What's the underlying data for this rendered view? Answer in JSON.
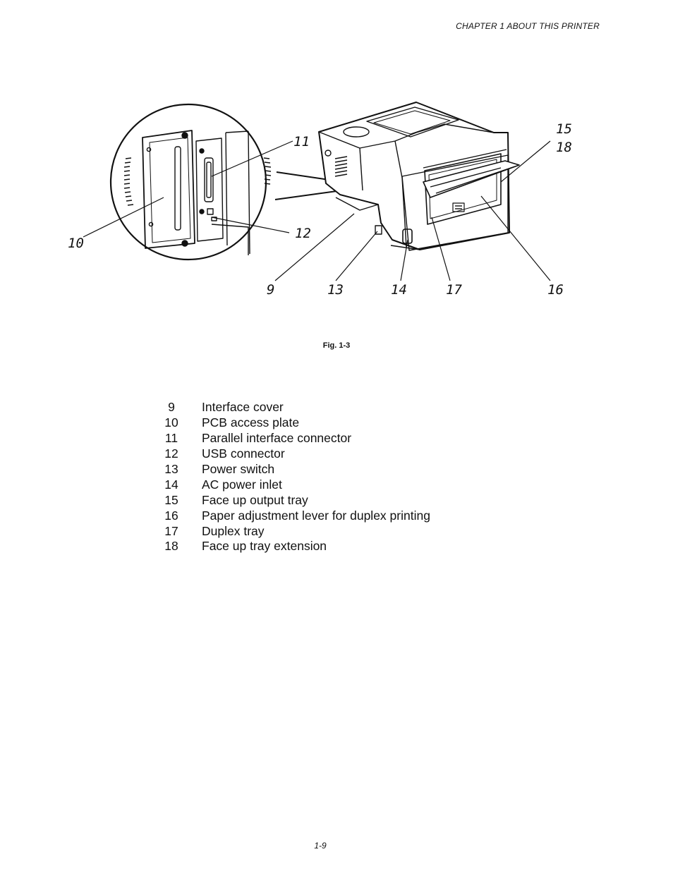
{
  "header": {
    "running_title": "CHAPTER 1 ABOUT THIS PRINTER"
  },
  "figure": {
    "caption": "Fig. 1-3",
    "callouts": {
      "c9": "9",
      "c10": "10",
      "c11": "11",
      "c12": "12",
      "c13": "13",
      "c14": "14",
      "c15": "15",
      "c16": "16",
      "c17": "17",
      "c18": "18"
    }
  },
  "legend": [
    {
      "number": "9",
      "label": "Interface cover"
    },
    {
      "number": "10",
      "label": "PCB access plate"
    },
    {
      "number": "11",
      "label": "Parallel interface connector"
    },
    {
      "number": "12",
      "label": "USB connector"
    },
    {
      "number": "13",
      "label": "Power switch"
    },
    {
      "number": "14",
      "label": "AC power inlet"
    },
    {
      "number": "15",
      "label": "Face up output tray"
    },
    {
      "number": "16",
      "label": "Paper adjustment lever for duplex printing"
    },
    {
      "number": "17",
      "label": "Duplex tray"
    },
    {
      "number": "18",
      "label": "Face up tray extension"
    }
  ],
  "footer": {
    "page_number": "1-9"
  }
}
